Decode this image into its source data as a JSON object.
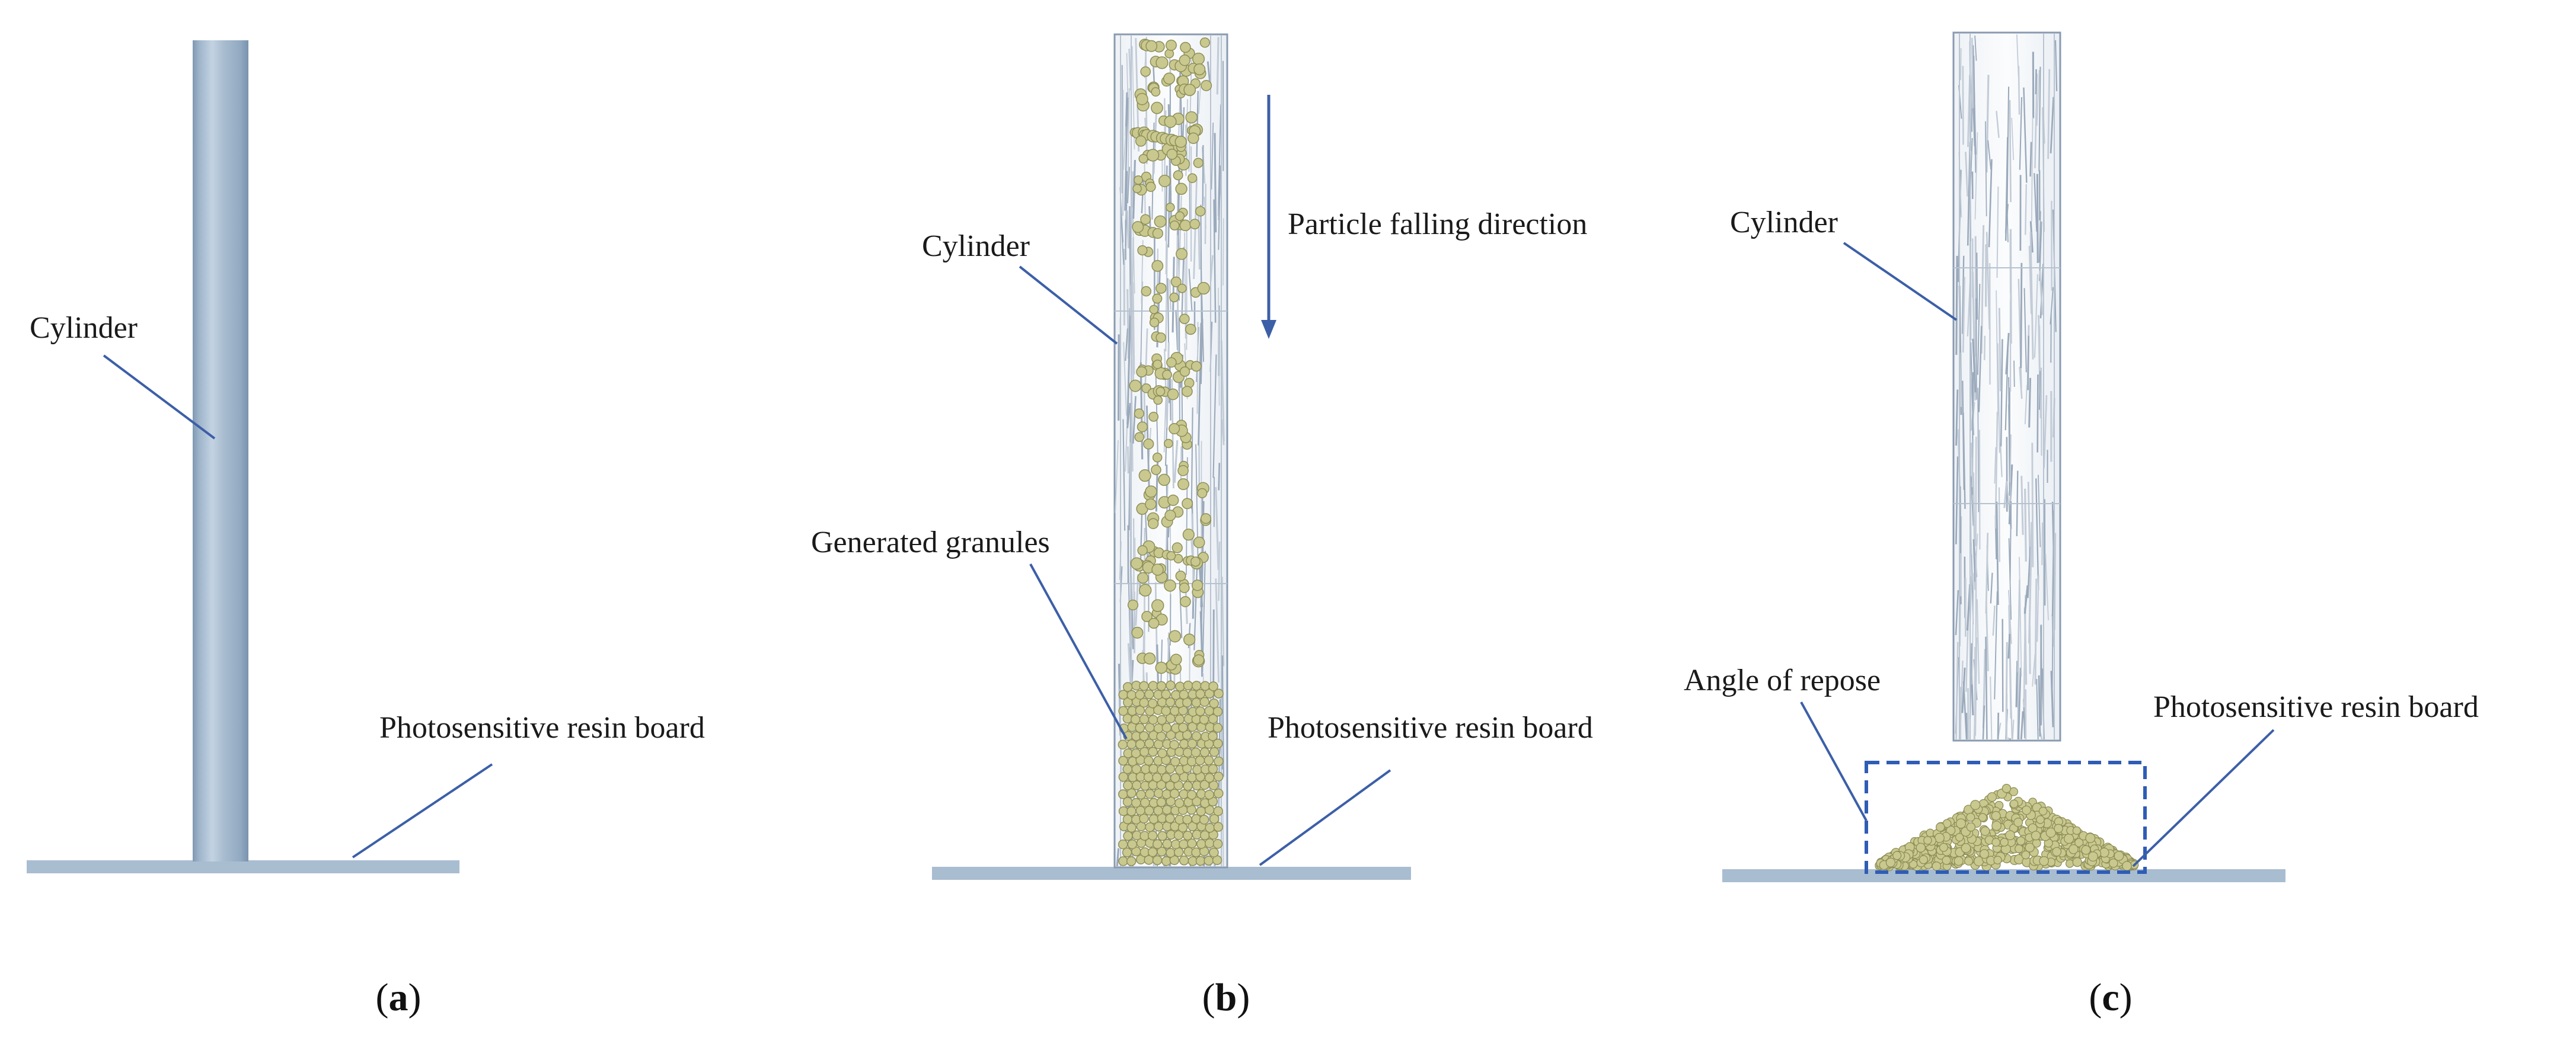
{
  "panels": [
    {
      "id": "a",
      "caption_open": "(",
      "caption_letter": "a",
      "caption_close": ")",
      "labels": {
        "cylinder": "Cylinder",
        "board": "Photosensitive resin board"
      }
    },
    {
      "id": "b",
      "caption_open": "(",
      "caption_letter": "b",
      "caption_close": ")",
      "labels": {
        "cylinder": "Cylinder",
        "falling": "Particle falling direction",
        "granules": "Generated granules",
        "board": "Photosensitive resin board"
      }
    },
    {
      "id": "c",
      "caption_open": "(",
      "caption_letter": "c",
      "caption_close": ")",
      "labels": {
        "cylinder": "Cylinder",
        "repose": "Angle of repose",
        "board": "Photosensitive resin board"
      }
    }
  ],
  "colors": {
    "cylinder_solid": "#9fb7cf",
    "board": "#a9bdd1",
    "leader_line": "#3c5fa8",
    "granule": "#c9c98f",
    "granule_edge": "#8e8e58",
    "dashed_box": "#2f5db5"
  }
}
